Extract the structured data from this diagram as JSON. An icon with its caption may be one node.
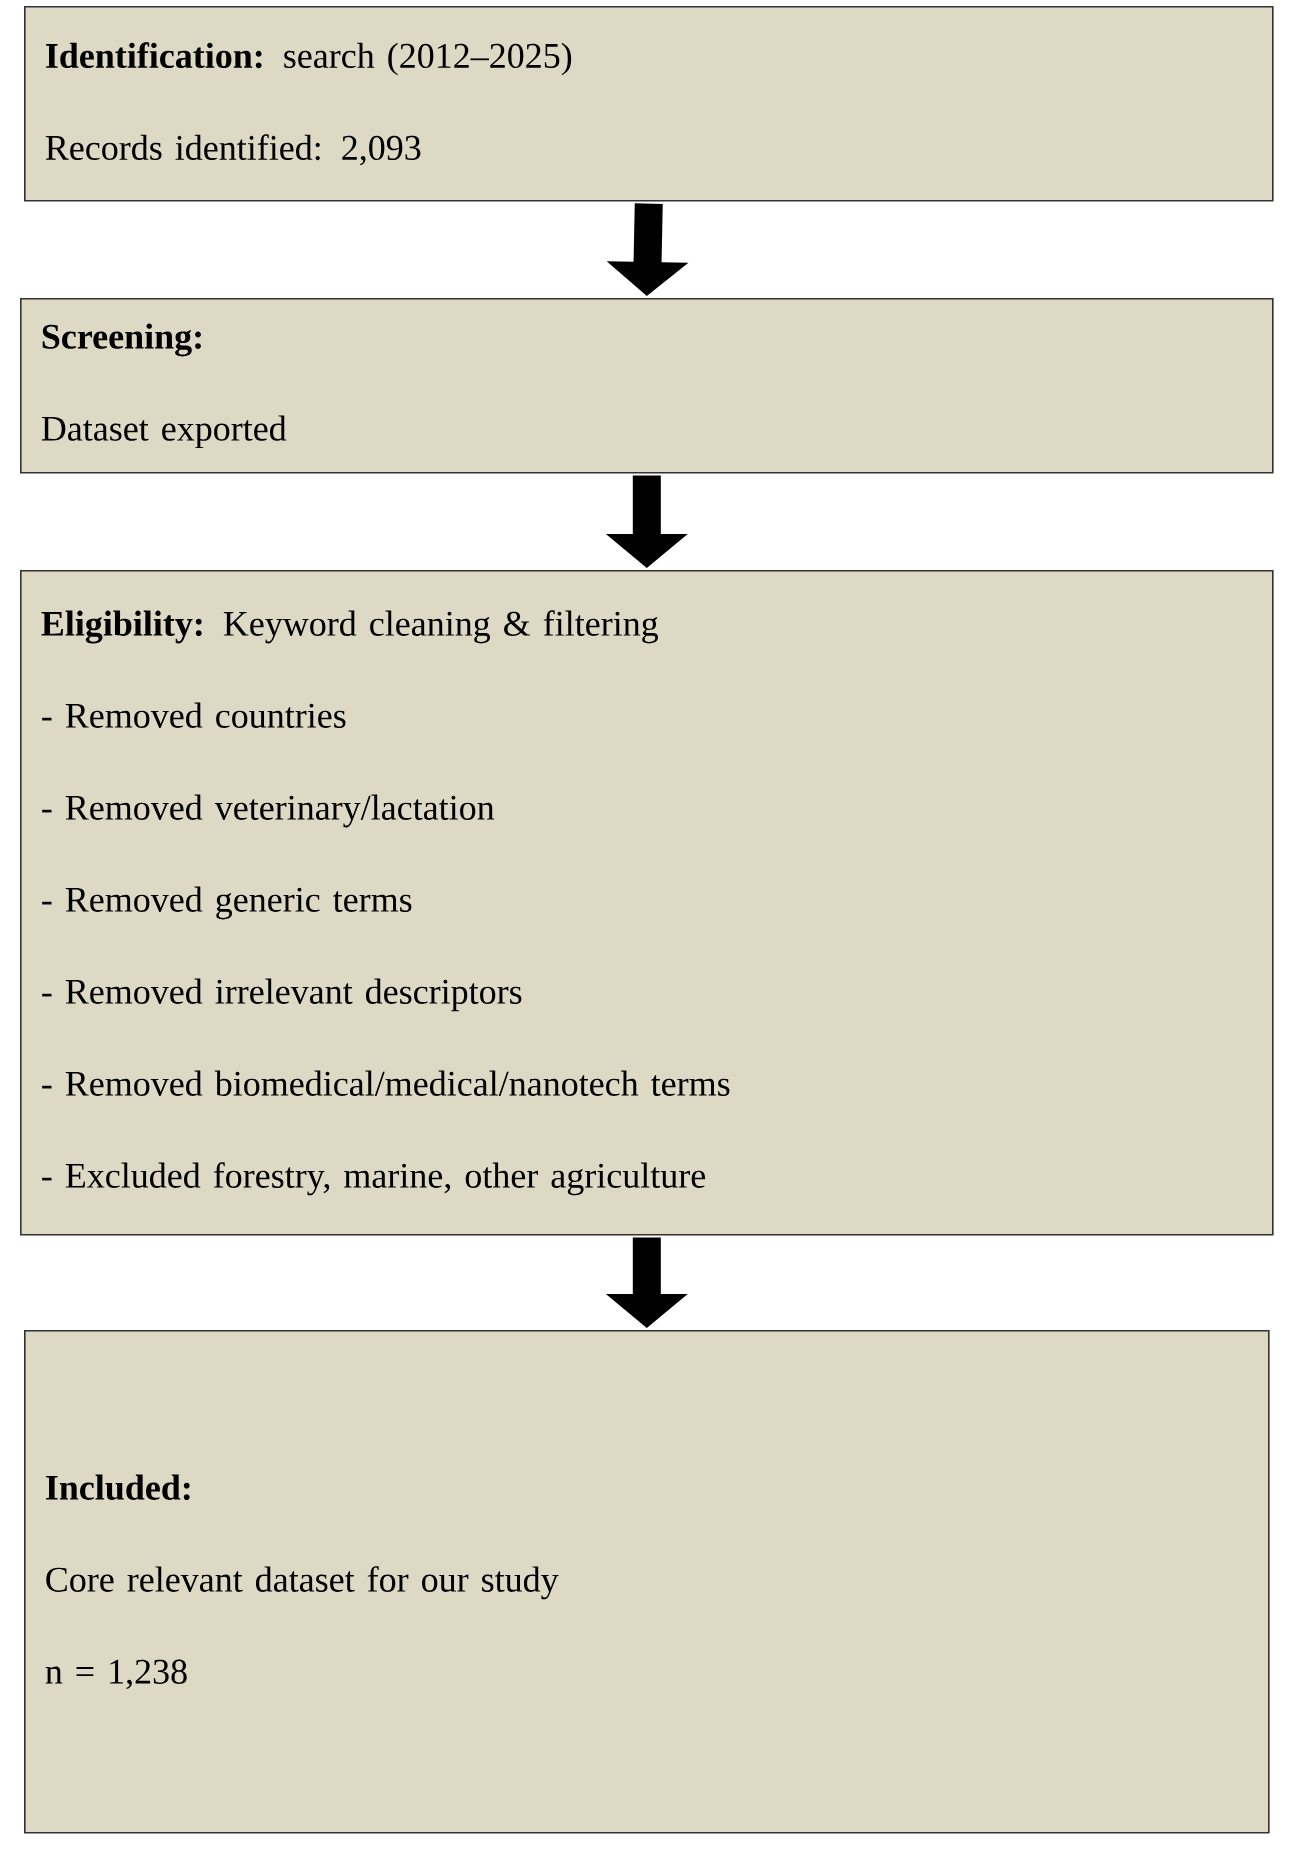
{
  "diagram": {
    "nodes": [
      {
        "text": [
          "**Identification:** search (2012–2025)",
          "Records identified: 2,093"
        ]
      },
      {
        "text": [
          "Screening:",
          "Dataset exported"
        ]
      },
      {
        "text": [
          "**Eligibility:** Keyword cleaning & filtering",
          "- Removed countries",
          "- Removed veterinary/lactation",
          "- Removed generic terms",
          "- Removed irrelevant descriptors",
          "- Removed biomedical/medical/nanotech terms",
          "- Excluded forestry, marine, other agriculture"
        ]
      },
      {
        "text": [
          "Included:",
          "Core relevant dataset for our study",
          "n = 1,238"
        ]
      }
    ],
    "edges": [
      {
        "from": 0,
        "to": 1,
        "arrow": "to"
      },
      {
        "from": 1,
        "to": 2,
        "arrow": "to"
      },
      {
        "from": 2,
        "to": 3,
        "arrow": "to"
      }
    ]
  }
}
